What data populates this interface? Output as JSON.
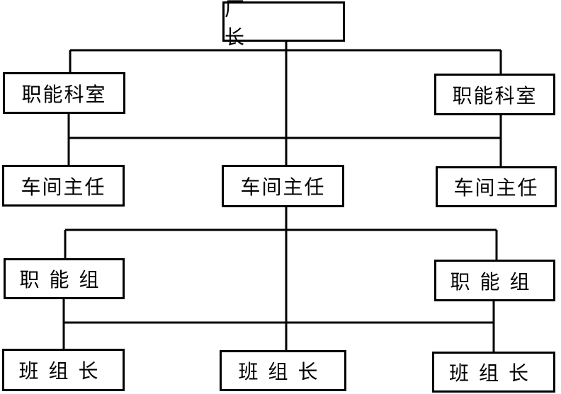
{
  "nodes": {
    "director": "厂 长",
    "dept_left": "职能科室",
    "dept_right": "职能科室",
    "workshop_left": "车间主任",
    "workshop_center": "车间主任",
    "workshop_right": "车间主任",
    "group_left": "职能组",
    "group_right": "职能组",
    "team_left": "班组长",
    "team_center": "班组长",
    "team_right": "班组长"
  }
}
